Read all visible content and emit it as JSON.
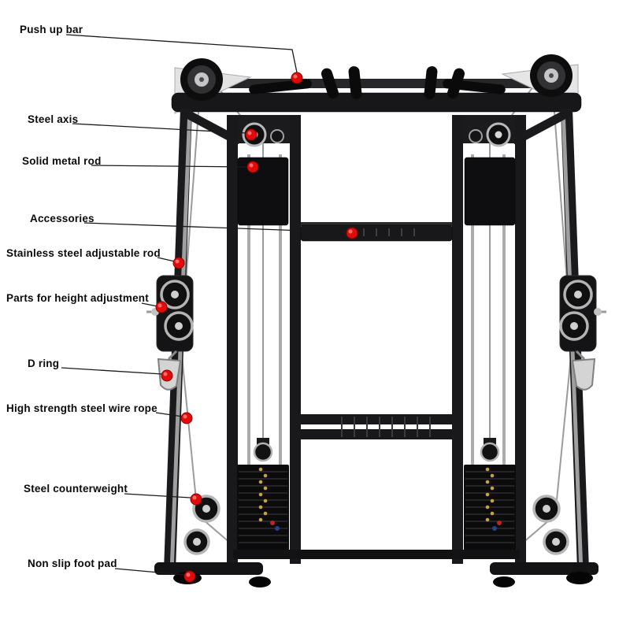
{
  "page": {
    "type": "product-annotation-diagram",
    "subject": "Functional trainer gym machine (cable crossover) with labeled parts",
    "background_color": "#ffffff"
  },
  "diagram": {
    "marker_color": "#e10b0b",
    "leader_line_color": "#1a1a1a",
    "label_text_color": "#0a0a0a",
    "labels": [
      {
        "id": "push-up-bar",
        "text": "Push up bar"
      },
      {
        "id": "steel-axis",
        "text": "Steel axis"
      },
      {
        "id": "solid-metal-rod",
        "text": "Solid metal rod"
      },
      {
        "id": "accessories",
        "text": "Accessories"
      },
      {
        "id": "stainless-steel-adjustable-rod",
        "text": "Stainless steel adjustable rod"
      },
      {
        "id": "parts-for-height-adjustment",
        "text": "Parts for height adjustment"
      },
      {
        "id": "d-ring",
        "text": "D ring"
      },
      {
        "id": "high-strength-steel-wire-rope",
        "text": "High strength steel wire rope"
      },
      {
        "id": "steel-counterweight",
        "text": "Steel counterweight"
      },
      {
        "id": "non-slip-foot-pad",
        "text": "Non slip foot pad"
      }
    ],
    "machine": {
      "frame_color": "#1a1a1d",
      "silver_color": "#adadad",
      "cable_color": "#9b9b9b",
      "weight_pin_color": "#c9a33b"
    }
  }
}
